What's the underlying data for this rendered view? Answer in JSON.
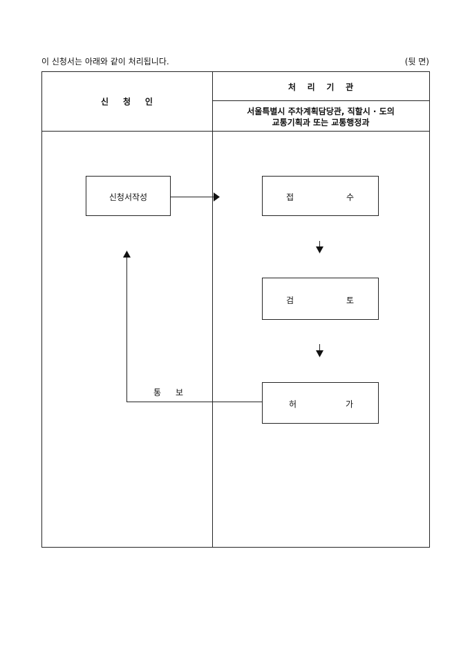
{
  "intro": "이 신청서는 아래와 같이 처리됩니다.",
  "page_side": "(뒷 면)",
  "table": {
    "applicant_header": "신     청     인",
    "agency_header": "처    리    기    관",
    "agency_line1": "서울특별시 주차계획담당관, 직할시 · 도의",
    "agency_line2": "교통기획과 또는 교통행정과"
  },
  "flow": {
    "write_application": "신청서작성",
    "receipt": [
      "접",
      "수"
    ],
    "review": [
      "검",
      "토"
    ],
    "approval": [
      "허",
      "가"
    ],
    "notify": [
      "통",
      "보"
    ]
  }
}
